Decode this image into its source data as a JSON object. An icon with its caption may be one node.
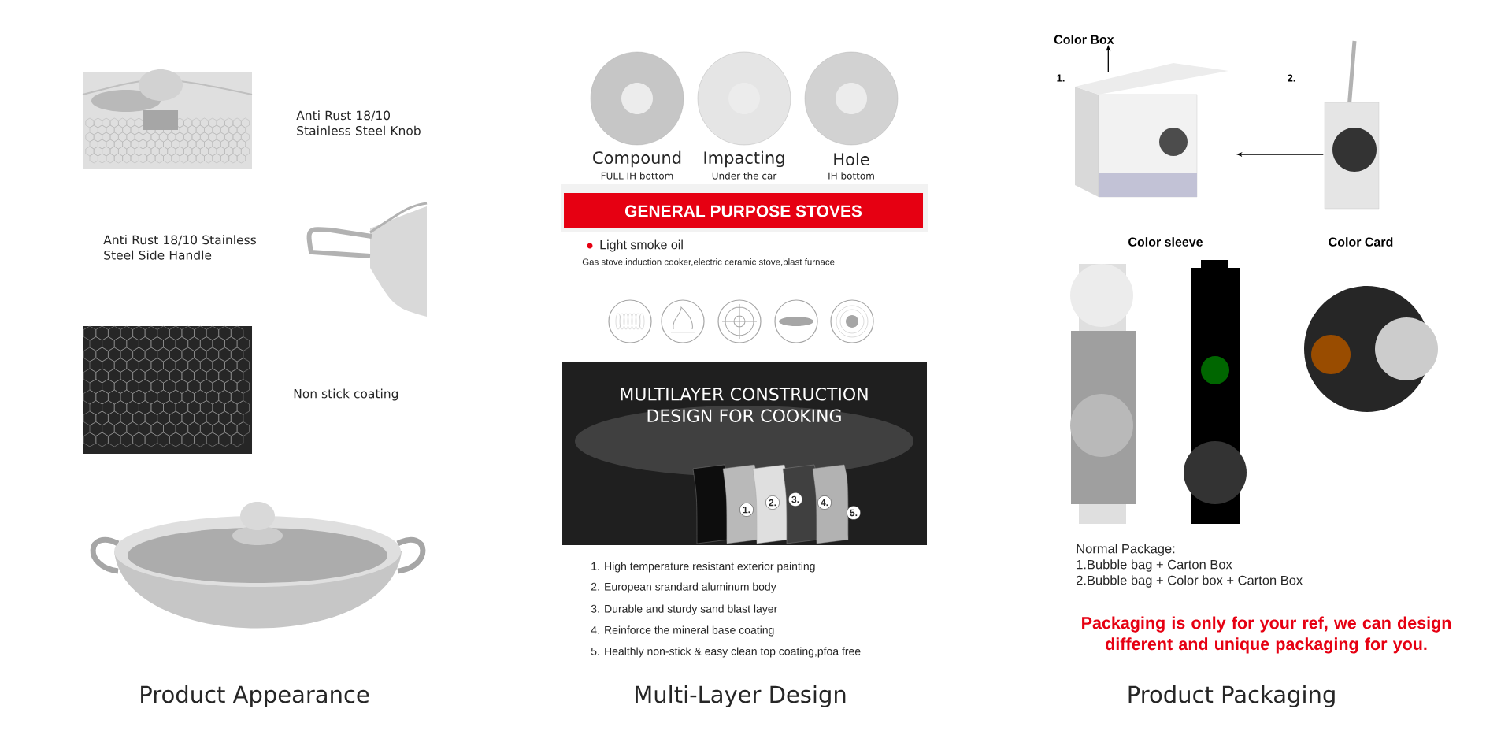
{
  "diagram": {
    "nodes": [
      {
        "text": [],
        "shape": "picture",
        "beside": [
          "1."
        ]
      },
      {
        "text": [],
        "shape": "picture",
        "beside": [
          "2."
        ]
      },
      {
        "text": [
          "Color Box"
        ]
      }
    ],
    "edges": [
      {
        "from": 1,
        "to": 0,
        "arrow": "to"
      },
      {
        "from": 0,
        "to": 2,
        "arrow": "to"
      }
    ],
    "labels": [
      "Anti Rust 18/10 Stainless Steel Knob",
      "Anti Rust 18/10 Stainless Steel Side Handle",
      "Non stick coating",
      "Product Appearance",
      "Compound",
      "FULL IH bottom",
      "Impacting",
      "Under the car",
      "Hole",
      "IH bottom",
      "GENERAL PURPOSE STOVES",
      "Light smoke oil",
      "Gas stove,induction cooker,electric ceramic stove,blast furnace",
      "MULTILAYER CONSTRUCTION DESIGN FOR COOKING",
      "1.",
      "2.",
      "3.",
      "4.",
      "5.",
      "1. High temperature resistant exterior painting",
      "2. European srandard aluminum body",
      "3. Durable and sturdy sand blast layer",
      "4. Reinforce the mineral base coating",
      "5. Healthly non-stick & easy clean top coating,pfoa free",
      "Multi-Layer Design",
      "Color sleeve",
      "Color Card",
      "Normal Package:",
      "1.Bubble bag + Carton Box",
      "2.Bubble bag + Color box + Carton Box",
      "Packaging is only for your ref, we can design different and unique packaging for you.",
      "Product Packaging"
    ]
  }
}
